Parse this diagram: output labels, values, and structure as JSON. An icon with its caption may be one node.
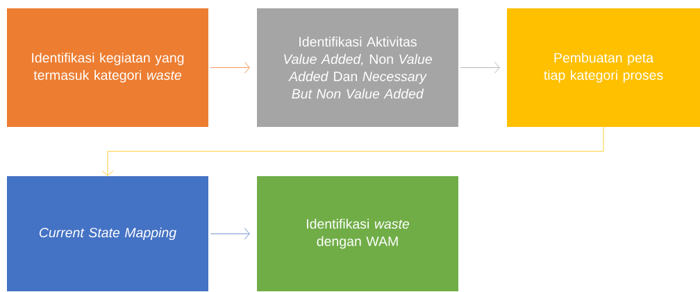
{
  "diagram": {
    "nodes": [
      {
        "text": [
          "Identifikasi kegiatan yang termasuk kategori *waste*"
        ]
      },
      {
        "text": [
          "Identifikasi Aktivitas *Value Added,* Non *Value Added* Dan *Necessary But Non Value Added*"
        ]
      },
      {
        "text": [
          "Pembuatan peta tiap kategori proses"
        ]
      },
      {
        "text": [
          "Current State Mapping"
        ]
      },
      {
        "text": [
          "Identifikasi *waste* dengan WAM"
        ]
      }
    ],
    "edges": [
      {
        "from": 0,
        "to": 1,
        "arrow": "to",
        "color": "#ed7d31"
      },
      {
        "from": 1,
        "to": 2,
        "arrow": "to",
        "color": "#a5a5a5"
      },
      {
        "from": 2,
        "to": 3,
        "arrow": "to",
        "color": "#ffc000"
      },
      {
        "from": 3,
        "to": 4,
        "arrow": "to",
        "color": "#4472c4"
      }
    ]
  }
}
